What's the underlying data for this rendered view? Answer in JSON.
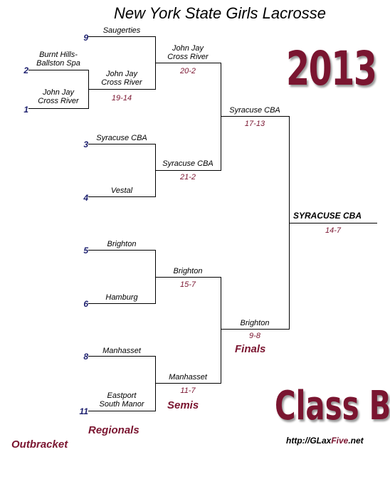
{
  "title": "New York State Girls Lacrosse",
  "year": "2013",
  "class_label": "Class B",
  "website": {
    "prefix": "http://GLax",
    "highlight": "Five",
    "suffix": ".net"
  },
  "rounds": {
    "outbracket": "Outbracket",
    "regionals": "Regionals",
    "semis": "Semis",
    "finals": "Finals"
  },
  "seeds": [
    "9",
    "2",
    "1",
    "3",
    "4",
    "5",
    "6",
    "8",
    "11"
  ],
  "teams": {
    "saugerties": "Saugerties",
    "burnt_hills_1": "Burnt Hills-",
    "burnt_hills_2": "Ballston Spa",
    "john_jay_1": "John Jay",
    "john_jay_2": "Cross River",
    "syracuse_cba": "Syracuse CBA",
    "vestal": "Vestal",
    "brighton": "Brighton",
    "hamburg": "Hamburg",
    "manhasset": "Manhasset",
    "eastport_1": "Eastport",
    "eastport_2": "South Manor",
    "champion": "SYRACUSE CBA"
  },
  "scores": {
    "outbracket": "19-14",
    "regional_1": "20-2",
    "regional_2": "21-2",
    "regional_3": "15-7",
    "regional_4": "11-7",
    "semi_1": "17-13",
    "semi_2": "9-8",
    "final": "14-7"
  }
}
